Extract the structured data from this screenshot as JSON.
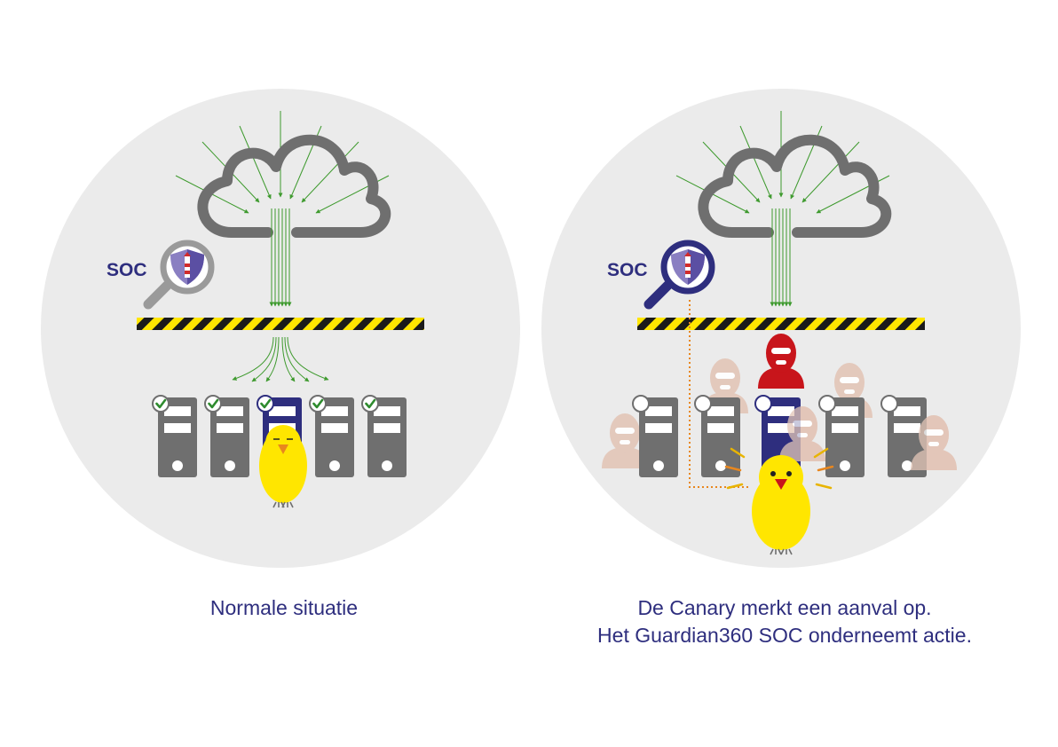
{
  "panels": [
    {
      "soc_label": "SOC",
      "caption_lines": [
        "Normale situatie"
      ],
      "server_status": [
        "ok",
        "ok",
        "ok",
        "ok",
        "ok"
      ]
    },
    {
      "soc_label": "SOC",
      "caption_lines": [
        "De Canary merkt een aanval op.",
        "Het Guardian360 SOC onderneemt actie."
      ],
      "server_status": [
        "none",
        "none",
        "none",
        "none",
        "none"
      ]
    }
  ],
  "colors": {
    "circle_bg": "#ebebeb",
    "cloud": "#6f6f6f",
    "traffic_arrow": "#3e9a2e",
    "hazard_yellow": "#ffe600",
    "hazard_black": "#1a1a1a",
    "server": "#6f6f6f",
    "canary_server": "#2e2e7e",
    "canary": "#ffe600",
    "attacker_active": "#c8151b",
    "attacker_faded": "#e3c6b8",
    "alert_line": "#e8871e",
    "soc_text": "#2e2e7e",
    "check_green": "#2e8b2e"
  },
  "icons": [
    "cloud-icon",
    "magnifier-icon",
    "lighthouse-shield-icon",
    "server-icon",
    "canary-bird-icon",
    "attacker-balaclava-icon",
    "checkmark-icon"
  ]
}
